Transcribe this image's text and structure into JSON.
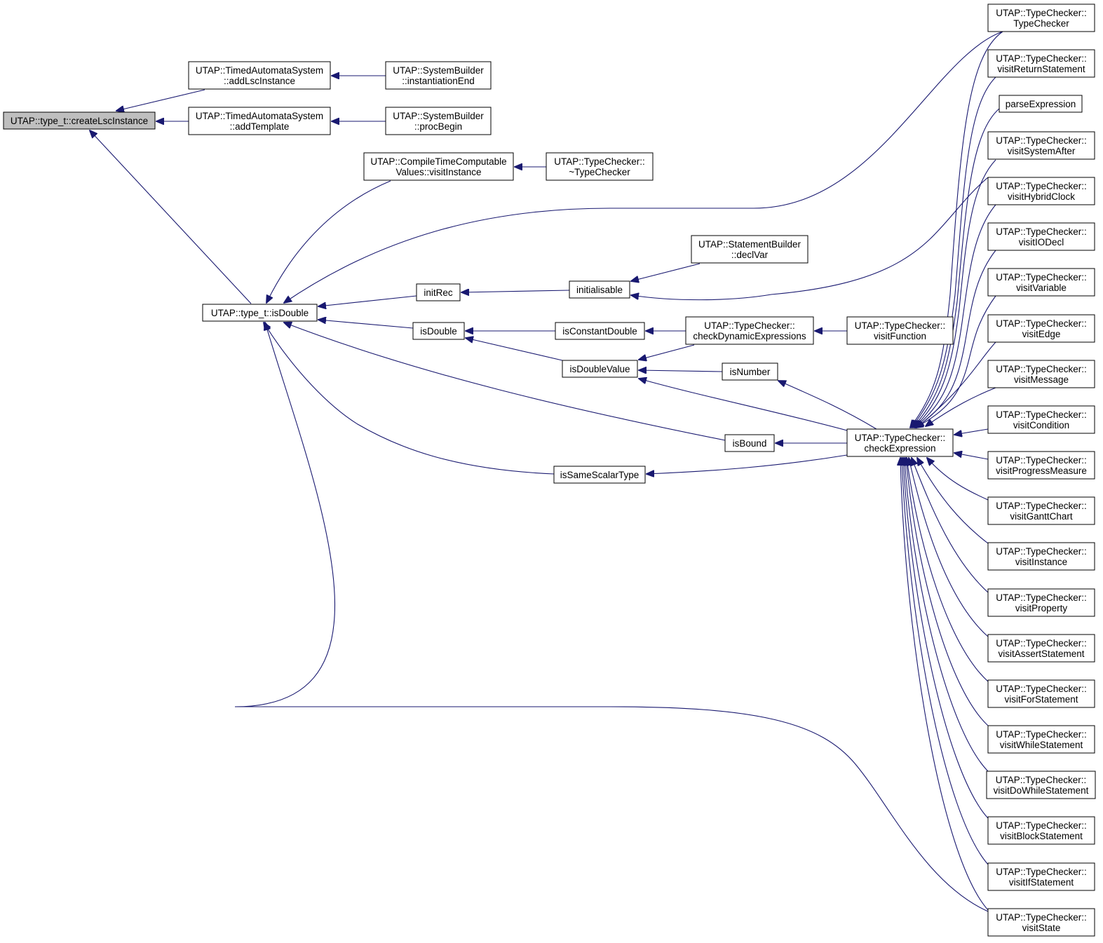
{
  "colors": {
    "edge": "#191970",
    "root_fill": "#bfbfbf",
    "node_fill": "#ffffff",
    "border": "#000000"
  },
  "nodes": [
    {
      "id": "createLscInstance",
      "lines": [
        "UTAP::type_t::createLscInstance"
      ],
      "root": true
    },
    {
      "id": "addLscInstance",
      "lines": [
        "UTAP::TimedAutomataSystem",
        "::addLscInstance"
      ]
    },
    {
      "id": "instantiationEnd",
      "lines": [
        "UTAP::SystemBuilder",
        "::instantiationEnd"
      ]
    },
    {
      "id": "addTemplate",
      "lines": [
        "UTAP::TimedAutomataSystem",
        "::addTemplate"
      ]
    },
    {
      "id": "procBegin",
      "lines": [
        "UTAP::SystemBuilder",
        "::procBegin"
      ]
    },
    {
      "id": "ctcVisitInstance",
      "lines": [
        "UTAP::CompileTimeComputable",
        "Values::visitInstance"
      ]
    },
    {
      "id": "dtorTypeChecker",
      "lines": [
        "UTAP::TypeChecker::",
        "~TypeChecker"
      ]
    },
    {
      "id": "typeIsDouble",
      "lines": [
        "UTAP::type_t::isDouble"
      ]
    },
    {
      "id": "declVar",
      "lines": [
        "UTAP::StatementBuilder",
        "::declVar"
      ]
    },
    {
      "id": "initRec",
      "lines": [
        "initRec"
      ]
    },
    {
      "id": "initialisable",
      "lines": [
        "initialisable"
      ]
    },
    {
      "id": "isDouble",
      "lines": [
        "isDouble"
      ]
    },
    {
      "id": "isConstantDouble",
      "lines": [
        "isConstantDouble"
      ]
    },
    {
      "id": "checkDynamicExpressions",
      "lines": [
        "UTAP::TypeChecker::",
        "checkDynamicExpressions"
      ]
    },
    {
      "id": "visitFunction",
      "lines": [
        "UTAP::TypeChecker::",
        "visitFunction"
      ]
    },
    {
      "id": "isDoubleValue",
      "lines": [
        "isDoubleValue"
      ]
    },
    {
      "id": "isNumber",
      "lines": [
        "isNumber"
      ]
    },
    {
      "id": "isBound",
      "lines": [
        "isBound"
      ]
    },
    {
      "id": "checkExpression",
      "lines": [
        "UTAP::TypeChecker::",
        "checkExpression"
      ]
    },
    {
      "id": "isSameScalarType",
      "lines": [
        "isSameScalarType"
      ]
    },
    {
      "id": "typeCheckerCtor",
      "lines": [
        "UTAP::TypeChecker::",
        "TypeChecker"
      ]
    },
    {
      "id": "visitReturnStatement",
      "lines": [
        "UTAP::TypeChecker::",
        "visitReturnStatement"
      ]
    },
    {
      "id": "parseExpression",
      "lines": [
        "parseExpression"
      ]
    },
    {
      "id": "visitSystemAfter",
      "lines": [
        "UTAP::TypeChecker::",
        "visitSystemAfter"
      ]
    },
    {
      "id": "visitHybridClock",
      "lines": [
        "UTAP::TypeChecker::",
        "visitHybridClock"
      ]
    },
    {
      "id": "visitIODecl",
      "lines": [
        "UTAP::TypeChecker::",
        "visitIODecl"
      ]
    },
    {
      "id": "visitVariable",
      "lines": [
        "UTAP::TypeChecker::",
        "visitVariable"
      ]
    },
    {
      "id": "visitEdge",
      "lines": [
        "UTAP::TypeChecker::",
        "visitEdge"
      ]
    },
    {
      "id": "visitMessage",
      "lines": [
        "UTAP::TypeChecker::",
        "visitMessage"
      ]
    },
    {
      "id": "visitCondition",
      "lines": [
        "UTAP::TypeChecker::",
        "visitCondition"
      ]
    },
    {
      "id": "visitProgressMeasure",
      "lines": [
        "UTAP::TypeChecker::",
        "visitProgressMeasure"
      ]
    },
    {
      "id": "visitGanttChart",
      "lines": [
        "UTAP::TypeChecker::",
        "visitGanttChart"
      ]
    },
    {
      "id": "visitInstance",
      "lines": [
        "UTAP::TypeChecker::",
        "visitInstance"
      ]
    },
    {
      "id": "visitProperty",
      "lines": [
        "UTAP::TypeChecker::",
        "visitProperty"
      ]
    },
    {
      "id": "visitAssertStatement",
      "lines": [
        "UTAP::TypeChecker::",
        "visitAssertStatement"
      ]
    },
    {
      "id": "visitForStatement",
      "lines": [
        "UTAP::TypeChecker::",
        "visitForStatement"
      ]
    },
    {
      "id": "visitWhileStatement",
      "lines": [
        "UTAP::TypeChecker::",
        "visitWhileStatement"
      ]
    },
    {
      "id": "visitDoWhileStatement",
      "lines": [
        "UTAP::TypeChecker::",
        "visitDoWhileStatement"
      ]
    },
    {
      "id": "visitBlockStatement",
      "lines": [
        "UTAP::TypeChecker::",
        "visitBlockStatement"
      ]
    },
    {
      "id": "visitIfStatement",
      "lines": [
        "UTAP::TypeChecker::",
        "visitIfStatement"
      ]
    },
    {
      "id": "visitState",
      "lines": [
        "UTAP::TypeChecker::",
        "visitState"
      ]
    }
  ],
  "edges": [
    {
      "from": "addLscInstance",
      "to": "createLscInstance"
    },
    {
      "from": "addTemplate",
      "to": "createLscInstance"
    },
    {
      "from": "typeIsDouble",
      "to": "createLscInstance"
    },
    {
      "from": "instantiationEnd",
      "to": "addLscInstance"
    },
    {
      "from": "procBegin",
      "to": "addTemplate"
    },
    {
      "from": "ctcVisitInstance",
      "to": "typeIsDouble"
    },
    {
      "from": "dtorTypeChecker",
      "to": "ctcVisitInstance"
    },
    {
      "from": "typeCheckerCtor",
      "to": "typeIsDouble"
    },
    {
      "from": "initRec",
      "to": "typeIsDouble"
    },
    {
      "from": "isDouble",
      "to": "typeIsDouble"
    },
    {
      "from": "isBound",
      "to": "typeIsDouble"
    },
    {
      "from": "isSameScalarType",
      "to": "typeIsDouble"
    },
    {
      "from": "visitState",
      "to": "typeIsDouble"
    },
    {
      "from": "initialisable",
      "to": "initRec"
    },
    {
      "from": "declVar",
      "to": "initialisable"
    },
    {
      "from": "typeCheckerCtor",
      "to": "initialisable"
    },
    {
      "from": "isConstantDouble",
      "to": "isDouble"
    },
    {
      "from": "isDoubleValue",
      "to": "isDouble"
    },
    {
      "from": "checkDynamicExpressions",
      "to": "isConstantDouble"
    },
    {
      "from": "visitFunction",
      "to": "checkDynamicExpressions"
    },
    {
      "from": "checkDynamicExpressions",
      "to": "isDoubleValue"
    },
    {
      "from": "isNumber",
      "to": "isDoubleValue"
    },
    {
      "from": "checkExpression",
      "to": "isDoubleValue"
    },
    {
      "from": "checkExpression",
      "to": "isNumber"
    },
    {
      "from": "checkExpression",
      "to": "isBound"
    },
    {
      "from": "checkExpression",
      "to": "isSameScalarType"
    },
    {
      "from": "typeCheckerCtor",
      "to": "checkExpression"
    },
    {
      "from": "visitReturnStatement",
      "to": "checkExpression"
    },
    {
      "from": "parseExpression",
      "to": "checkExpression"
    },
    {
      "from": "visitSystemAfter",
      "to": "checkExpression"
    },
    {
      "from": "visitHybridClock",
      "to": "checkExpression"
    },
    {
      "from": "visitIODecl",
      "to": "checkExpression"
    },
    {
      "from": "visitVariable",
      "to": "checkExpression"
    },
    {
      "from": "visitEdge",
      "to": "checkExpression"
    },
    {
      "from": "visitMessage",
      "to": "checkExpression"
    },
    {
      "from": "visitCondition",
      "to": "checkExpression"
    },
    {
      "from": "visitProgressMeasure",
      "to": "checkExpression"
    },
    {
      "from": "visitGanttChart",
      "to": "checkExpression"
    },
    {
      "from": "visitInstance",
      "to": "checkExpression"
    },
    {
      "from": "visitProperty",
      "to": "checkExpression"
    },
    {
      "from": "visitAssertStatement",
      "to": "checkExpression"
    },
    {
      "from": "visitForStatement",
      "to": "checkExpression"
    },
    {
      "from": "visitWhileStatement",
      "to": "checkExpression"
    },
    {
      "from": "visitDoWhileStatement",
      "to": "checkExpression"
    },
    {
      "from": "visitBlockStatement",
      "to": "checkExpression"
    },
    {
      "from": "visitIfStatement",
      "to": "checkExpression"
    },
    {
      "from": "visitState",
      "to": "checkExpression"
    }
  ]
}
